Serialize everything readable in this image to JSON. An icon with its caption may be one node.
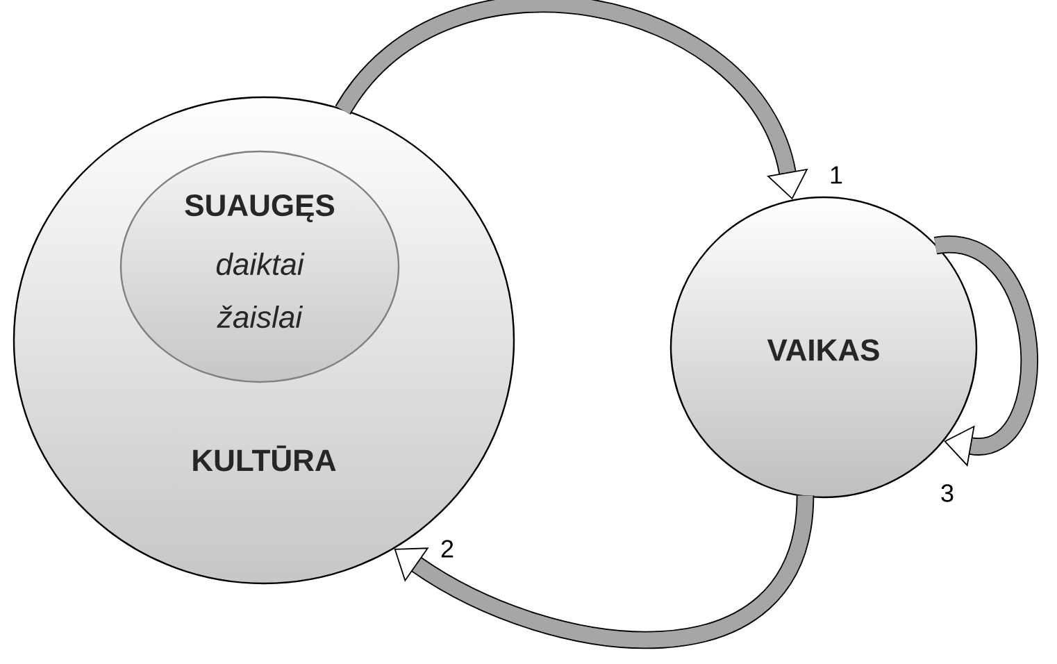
{
  "diagram": {
    "nodes": [
      {
        "text": [
          "KULTŪRA"
        ]
      },
      {
        "text": [
          "SUAUGĘS",
          "daiktai",
          "žaislai"
        ],
        "in": 0
      },
      {
        "text": [
          "VAIKAS"
        ]
      }
    ],
    "edges": [
      {
        "from": 0,
        "to": 2,
        "arrow": "to",
        "label": "1"
      },
      {
        "from": 2,
        "to": 0,
        "arrow": "to",
        "label": "2"
      },
      {
        "from": 2,
        "to": 2,
        "arrow": "to",
        "label": "3"
      }
    ]
  }
}
